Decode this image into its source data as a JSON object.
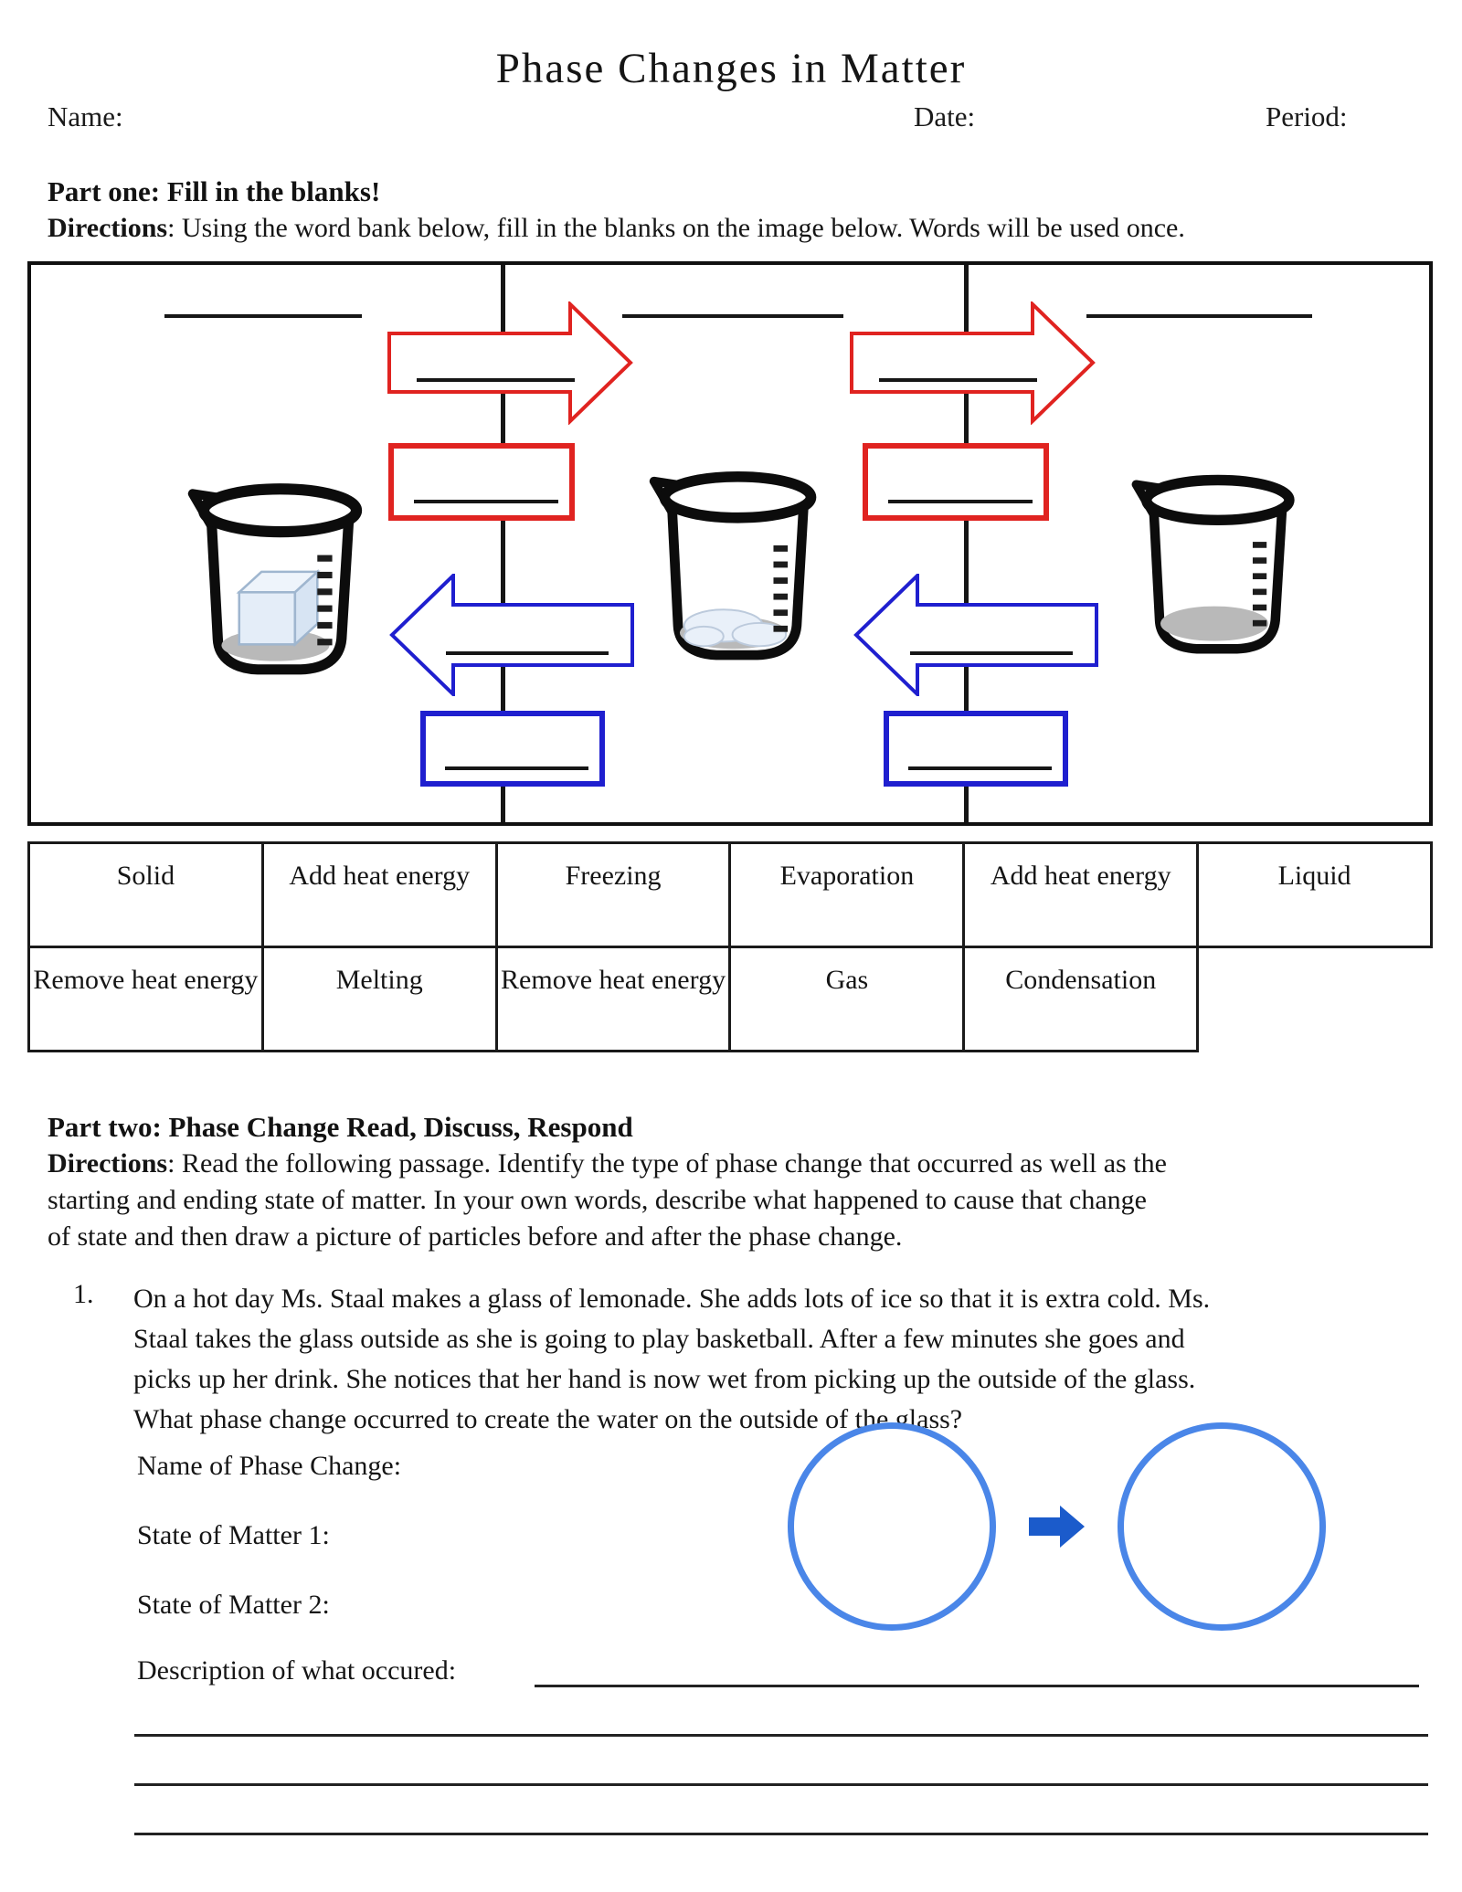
{
  "title": "Phase Changes in Matter",
  "header": {
    "name_label": "Name:",
    "date_label": "Date:",
    "period_label": "Period:"
  },
  "part_one": {
    "heading": "Part one: Fill in the blanks!",
    "directions_label": "Directions",
    "directions_text": ": Using the word bank below, fill in the blanks on the image below. Words will be used once."
  },
  "word_bank": {
    "row1": [
      "Solid",
      "Add heat energy",
      "Freezing",
      "Evaporation",
      "Add heat energy",
      "Liquid"
    ],
    "row2": [
      "Remove heat energy",
      "Melting",
      "Remove heat energy",
      "Gas",
      "Condensation"
    ]
  },
  "part_two": {
    "heading": "Part two: Phase Change Read, Discuss, Respond",
    "directions_label": "Directions",
    "directions_lines": [
      ": Read the following passage. Identify the type of phase change that occurred as well as the",
      "starting and ending state of matter. In your own words, describe what happened to cause that change",
      "of state and then draw a picture of particles before and after the phase change."
    ],
    "question_number": "1.",
    "question_lines": [
      "On a hot day Ms. Staal  makes a glass of lemonade. She adds lots of ice so that it is extra cold. Ms.",
      "Staal  takes the glass outside as she is going to  play basketball. After a few minutes she goes and",
      "picks up her drink. She notices that her hand is now wet from picking up the outside of the glass.",
      "What phase change occurred to create the water on the outside of the glass?"
    ],
    "labels": {
      "phase_change": "Name of Phase Change:",
      "state1": "State of Matter 1:",
      "state2": "State of Matter 2:",
      "description": "Description of what occured:"
    }
  },
  "colors": {
    "accent_red": "#e02320",
    "accent_blue": "#1f1fcf",
    "circle_blue": "#4a86e8",
    "solid_arrow_blue": "#1b5bcb"
  }
}
